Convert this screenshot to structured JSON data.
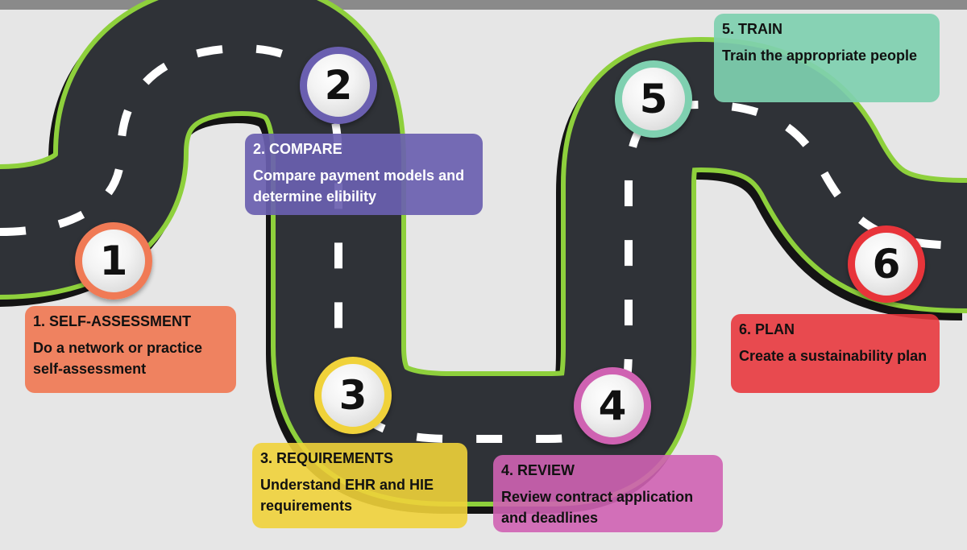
{
  "steps": [
    {
      "number": "1",
      "title": "1. SELF-ASSESSMENT",
      "description": "Do a network or practice self-assessment",
      "color": "#f07a55"
    },
    {
      "number": "2",
      "title": "2. COMPARE",
      "description": "Compare payment models and determine elibility",
      "color": "#6a5fb0"
    },
    {
      "number": "3",
      "title": "3. REQUIREMENTS",
      "description": "Understand EHR and HIE requirements",
      "color": "#f0d23a"
    },
    {
      "number": "4",
      "title": "4. REVIEW",
      "description": "Review contract application and deadlines",
      "color": "#cf62b2"
    },
    {
      "number": "5",
      "title": "5. TRAIN",
      "description": "Train the appropriate people",
      "color": "#7fd0b0"
    },
    {
      "number": "6",
      "title": "6. PLAN",
      "description": "Create a sustainability plan",
      "color": "#e8343a"
    }
  ],
  "colors": {
    "road": "#2f3237",
    "road_edge": "#8ed03c",
    "road_shadow": "#141414",
    "lane_marking": "#ffffff",
    "background": "#e6e6e6"
  }
}
